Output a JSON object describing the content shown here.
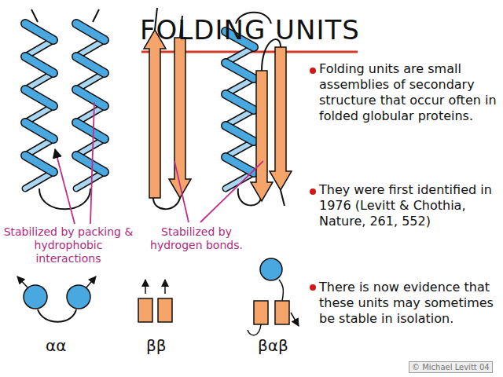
{
  "diagram": {
    "title": "FOLDING UNITS",
    "labels": [
      "Folding units are small assemblies of secondary structure that occur often in folded globular proteins.",
      "They were first identified in 1976 (Levitt & Chothia, Nature, 261, 552)",
      "There is now evidence that these units may sometimes be stable in isolation.",
      "Stabilized by packing & hydrophobic interactions",
      "Stabilized by hydrogen bonds.",
      "αα",
      "ββ",
      "βαβ",
      "© Michael Levitt 04"
    ]
  }
}
